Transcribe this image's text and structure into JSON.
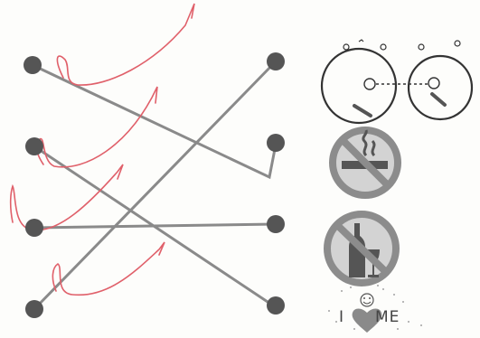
{
  "worksheet": {
    "left_dots": [
      "dot-1",
      "dot-2",
      "dot-3",
      "dot-4"
    ],
    "right_dots": [
      "dot-1",
      "dot-2",
      "dot-3",
      "dot-4"
    ],
    "pictures": [
      {
        "name": "two-dials",
        "icon": "dials-icon"
      },
      {
        "name": "no-smoking-sign",
        "icon": "no-smoking-icon"
      },
      {
        "name": "no-alcohol-sign",
        "icon": "no-alcohol-icon"
      },
      {
        "name": "i-love-me",
        "icon": "heart-smiley-icon",
        "text_left": "I",
        "text_right": "ME"
      }
    ],
    "colors": {
      "dot": "#555555",
      "grey_line": "#8a8a8a",
      "red_mark": "#e0606a",
      "sign_ring": "#8c8c8c",
      "sign_fill": "#d3d3d3"
    }
  }
}
